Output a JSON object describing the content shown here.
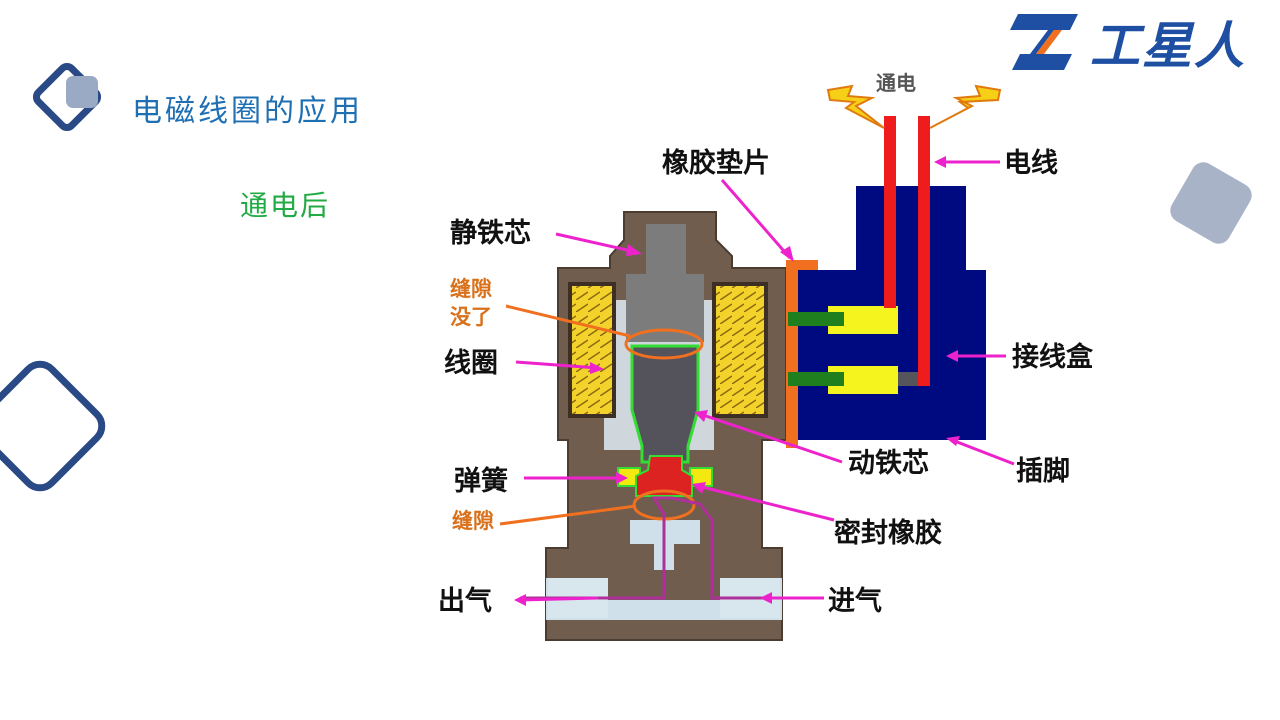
{
  "slide": {
    "title": "电磁线圈的应用",
    "subtitle": "通电后",
    "logo": "工星人"
  },
  "diagram": {
    "power_label": "通电",
    "labels": {
      "rubber_gasket": "橡胶垫片",
      "wire": "电线",
      "static_core": "静铁芯",
      "gap_gone_line1": "缝隙",
      "gap_gone_line2": "没了",
      "coil": "线圈",
      "junction_box": "接线盒",
      "moving_core": "动铁芯",
      "pin": "插脚",
      "spring": "弹簧",
      "gap": "缝隙",
      "seal_rubber": "密封橡胶",
      "outlet": "出气",
      "inlet": "进气"
    }
  },
  "colors": {
    "title": "#1f6fb3",
    "subtitle": "#22aa44",
    "valve_body": "#705d4d",
    "junction_box": "#000a80",
    "wire": "#ee1c1c",
    "coil": "#f3d22b",
    "pointer": "#ee22cc",
    "gap_highlight": "#f07020",
    "outline": "#33dd33"
  }
}
